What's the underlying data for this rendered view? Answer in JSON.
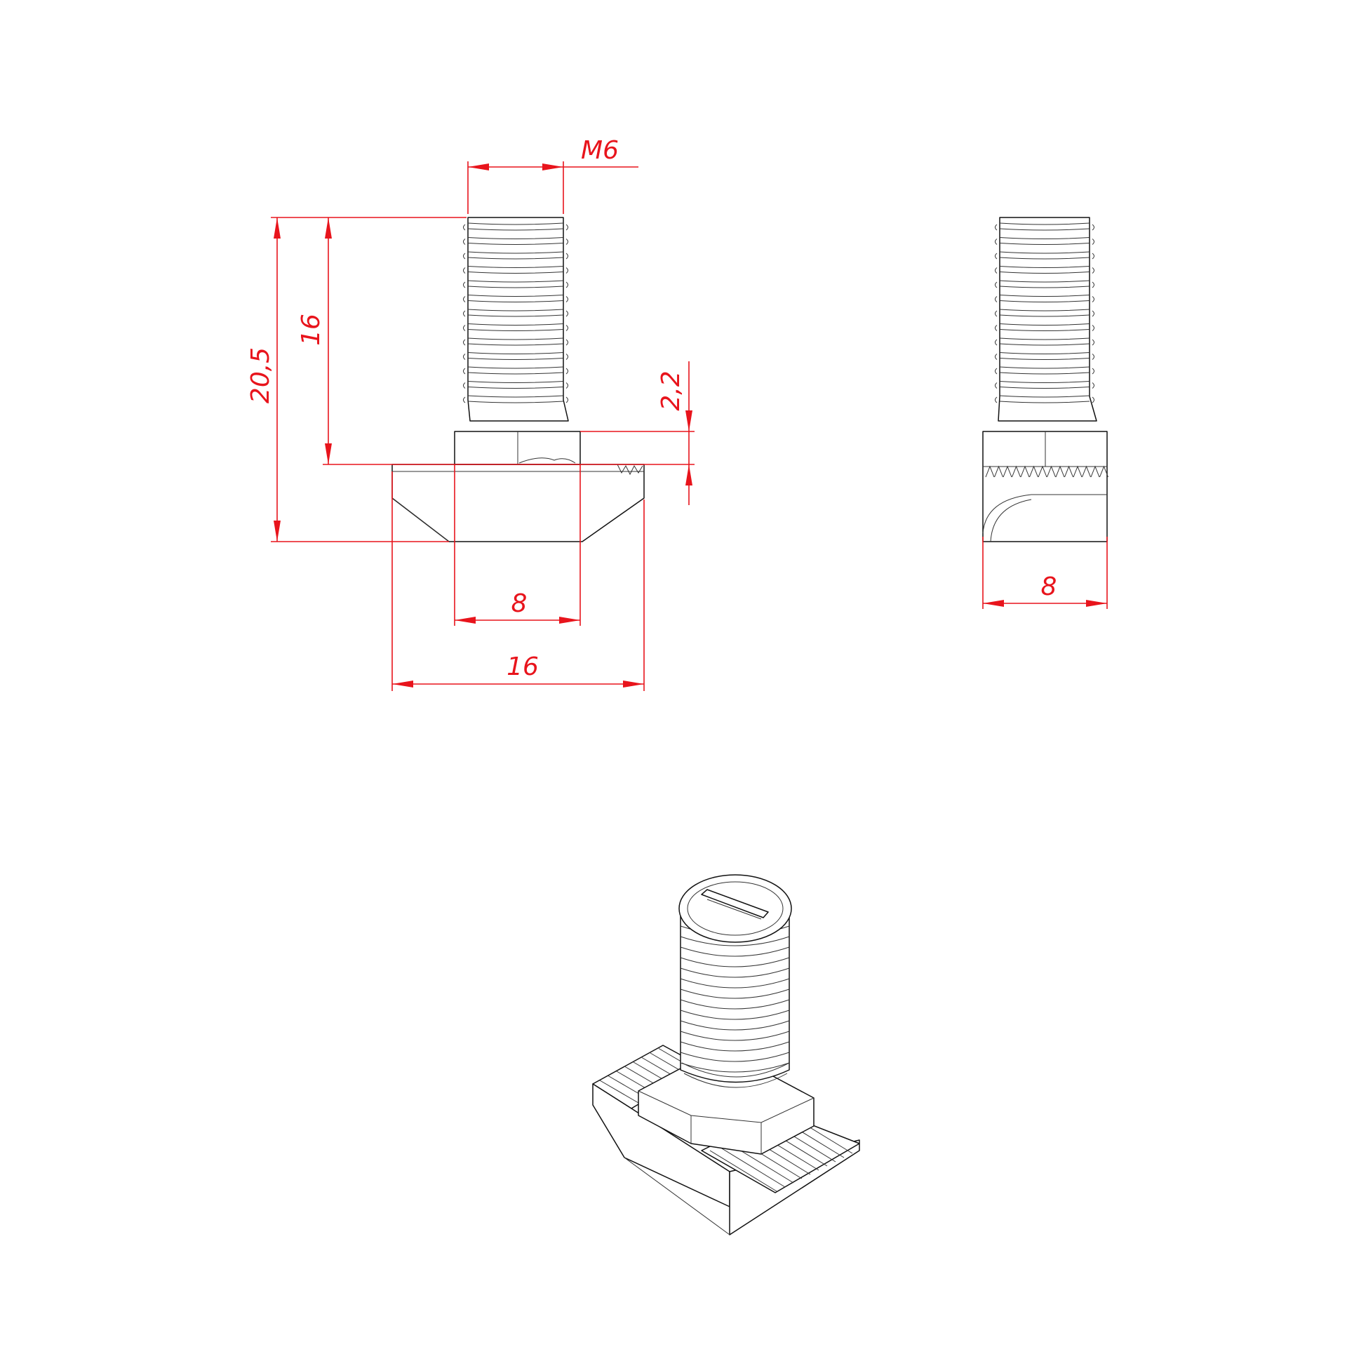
{
  "colors": {
    "dimension": "#e8141c",
    "outline": "#111111",
    "background": "#ffffff"
  },
  "views": {
    "front": {
      "dims": {
        "thread_label": "M6",
        "overall_height": "20,5",
        "bolt_length": "16",
        "collar_height": "2,2",
        "collar_width": "8",
        "head_width": "16"
      }
    },
    "side": {
      "dims": {
        "width": "8"
      }
    },
    "iso": {}
  }
}
